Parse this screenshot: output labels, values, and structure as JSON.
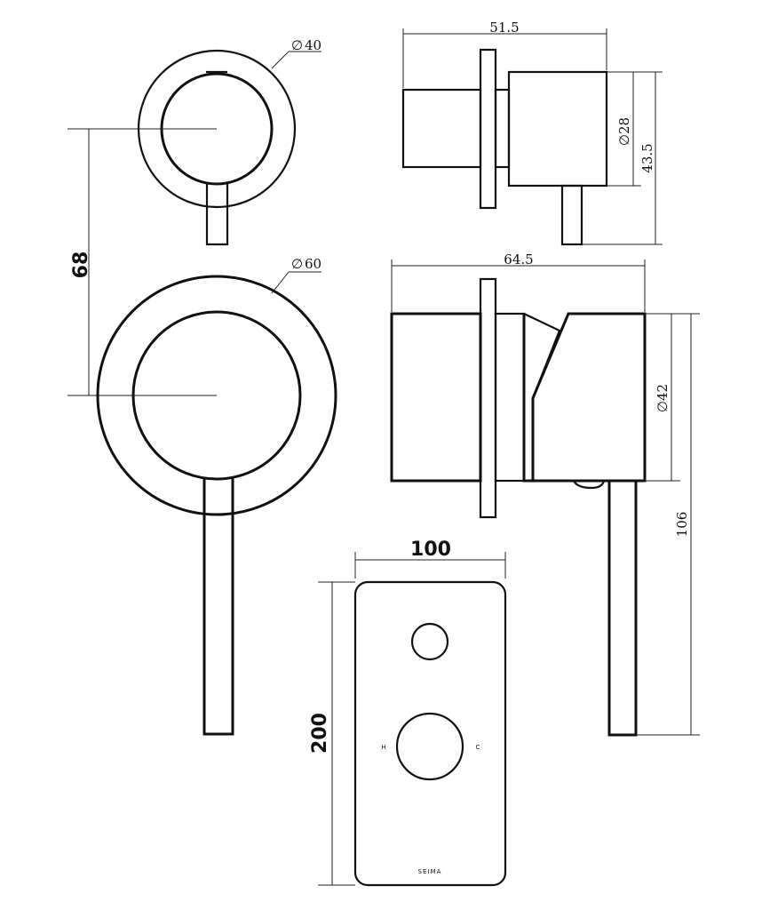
{
  "drawing": {
    "small_view": {
      "diameter_label": "40",
      "width_label": "51.5",
      "inner_diameter_label": "28",
      "height_label": "43.5"
    },
    "large_view": {
      "diameter_label": "60",
      "width_label": "64.5",
      "inner_diameter_label": "42",
      "height_label": "106"
    },
    "center_distance_label": "68",
    "plate": {
      "width_label": "100",
      "height_label": "200",
      "hot_label": "H",
      "cold_label": "C",
      "brand_label": "SEIMA"
    },
    "diameter_symbol": "∅"
  }
}
